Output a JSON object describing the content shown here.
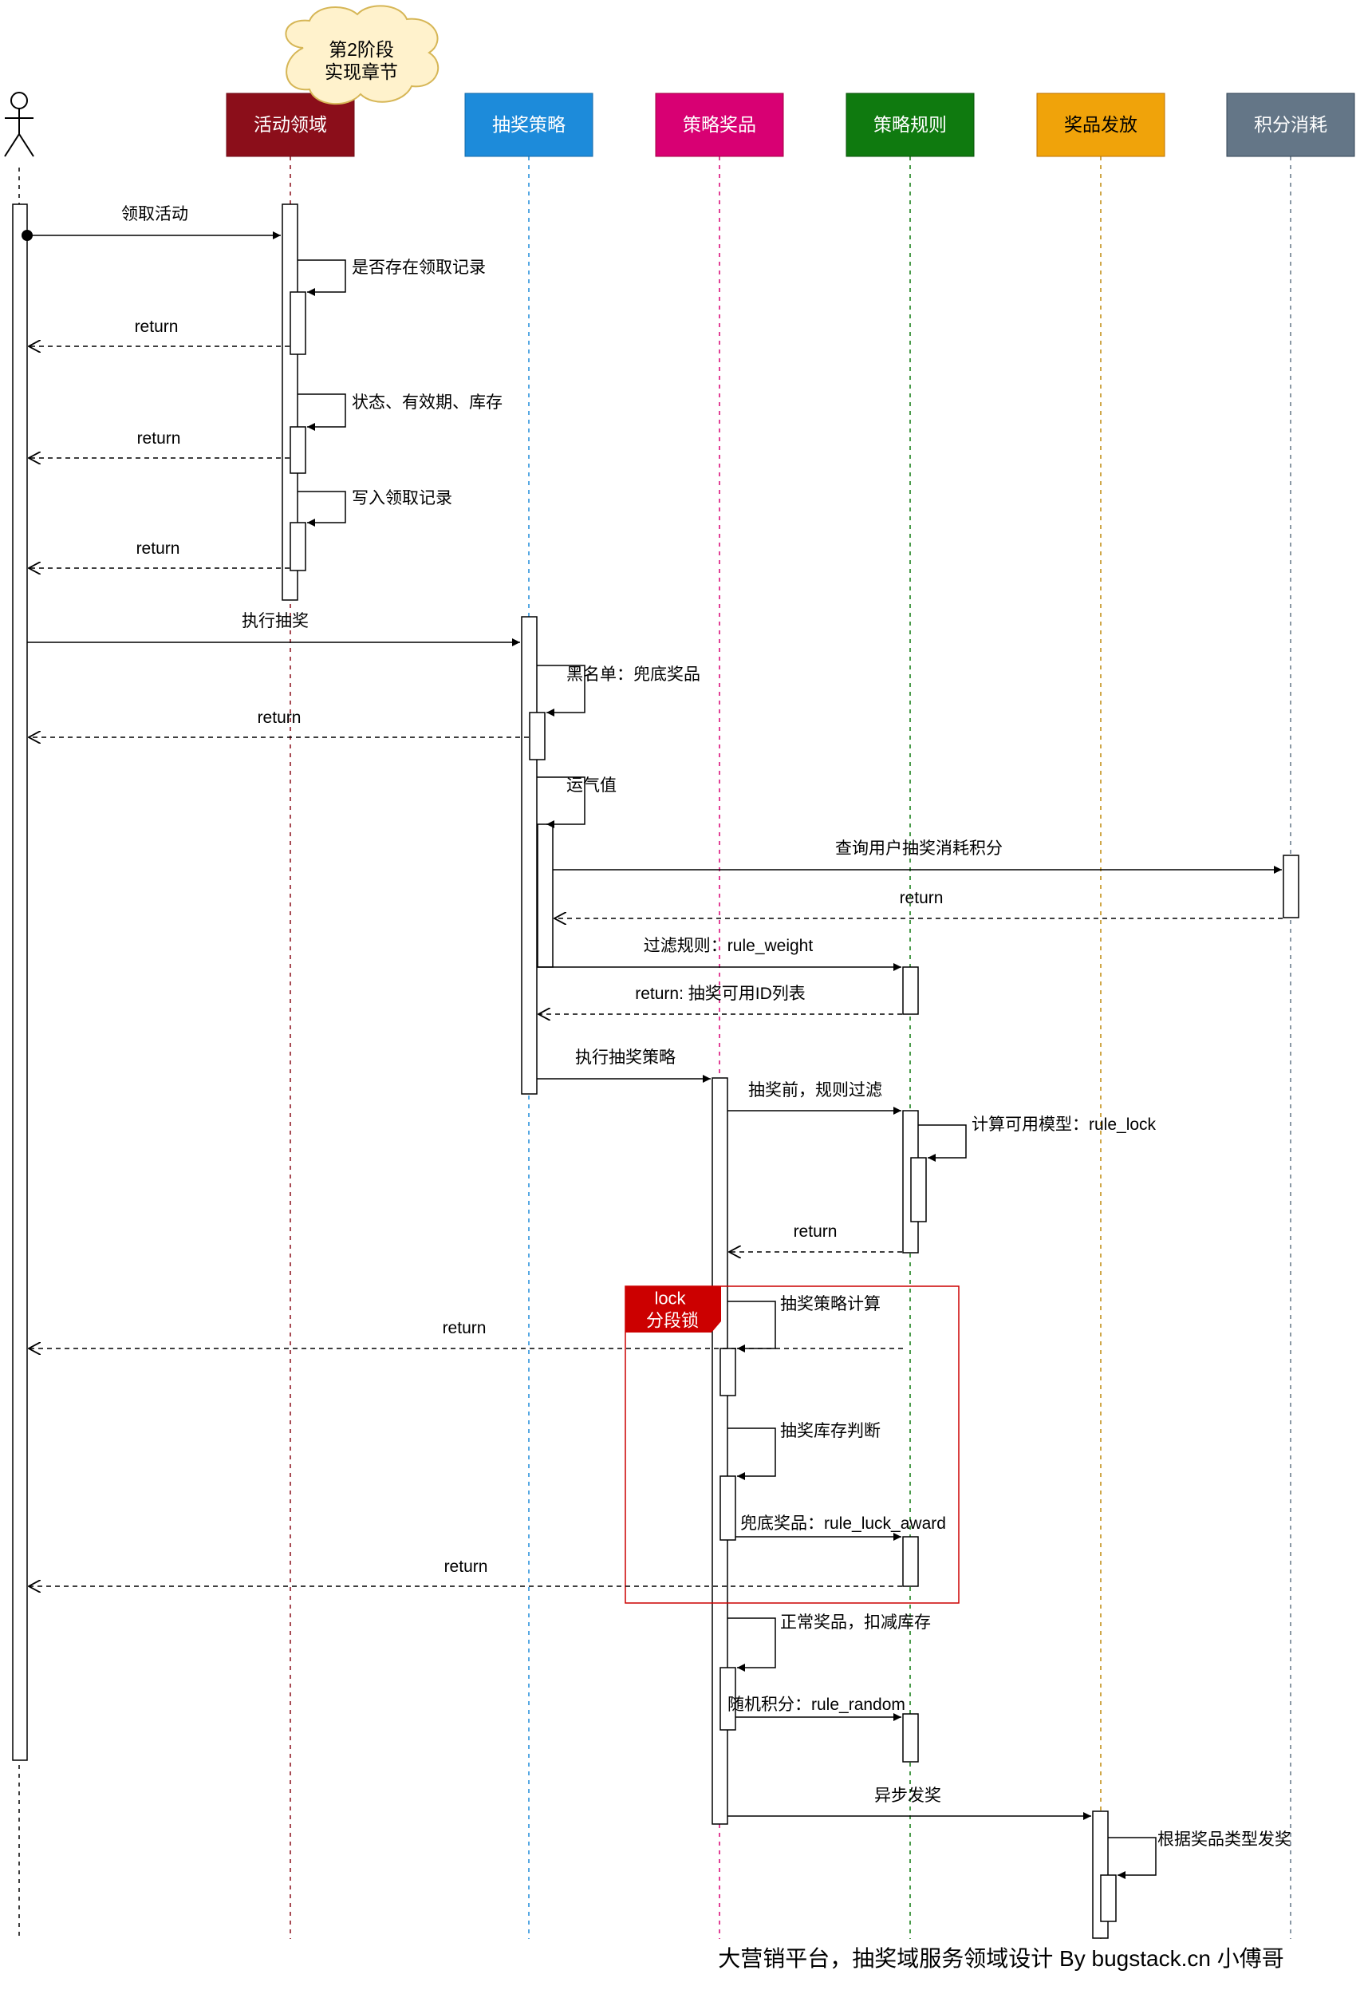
{
  "cloud_note": {
    "line1": "第2阶段",
    "line2": "实现章节"
  },
  "participants": [
    {
      "id": "activity",
      "label": "活动领域",
      "color": "#8B0E1A"
    },
    {
      "id": "strategy",
      "label": "抽奖策略",
      "color": "#1D8BDA"
    },
    {
      "id": "award",
      "label": "策略奖品",
      "color": "#D80073"
    },
    {
      "id": "rule",
      "label": "策略规则",
      "color": "#0F7A0F"
    },
    {
      "id": "dispatch",
      "label": "奖品发放",
      "color": "#F0A30A"
    },
    {
      "id": "points",
      "label": "积分消耗",
      "color": "#647687"
    }
  ],
  "messages": {
    "m1": "领取活动",
    "m2": "是否存在领取记录",
    "m3": "return",
    "m4": "状态、有效期、库存",
    "m5": "return",
    "m6": "写入领取记录",
    "m7": "return",
    "m8": "执行抽奖",
    "m9": "黑名单：兜底奖品",
    "m10": "return",
    "m11": "运气值",
    "m12": "查询用户抽奖消耗积分",
    "m13": "return",
    "m14": "过滤规则：rule_weight",
    "m15": "return: 抽奖可用ID列表",
    "m16": "执行抽奖策略",
    "m17": "抽奖前，规则过滤",
    "m18": "计算可用模型：rule_lock",
    "m19": "return",
    "m20": "抽奖策略计算",
    "m21": "return",
    "m22": "抽奖库存判断",
    "m23": "兜底奖品：rule_luck_award",
    "m24": "return",
    "m25": "正常奖品，扣减库存",
    "m26": "随机积分：rule_random",
    "m27": "异步发奖",
    "m28": "根据奖品类型发奖"
  },
  "lock_box": {
    "line1": "lock",
    "line2": "分段锁",
    "color": "#CC0000"
  },
  "footer": "大营销平台，抽奖域服务领域设计 By bugstack.cn 小傅哥"
}
